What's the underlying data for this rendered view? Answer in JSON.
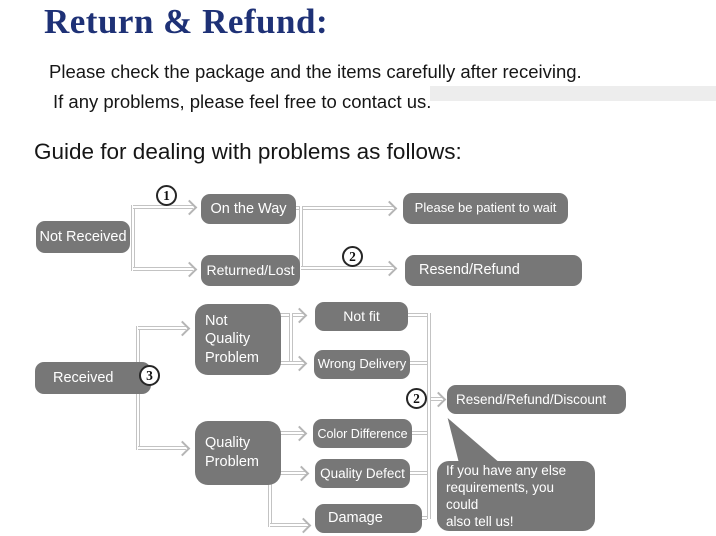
{
  "header": {
    "title": "Return & Refund:",
    "subtitle1": "Please check the package and the items carefully after receiving.",
    "subtitle2": "If any problems, please feel free to contact us.",
    "guide_heading": "Guide for dealing with problems as follows:"
  },
  "colors": {
    "title_blue": "#1e3176",
    "node_gray": "#777777",
    "connector_gray": "#c3c3c3",
    "node_text": "#ffffff"
  },
  "flow": {
    "nodes": {
      "not_received": "Not Received",
      "on_the_way": "On the Way",
      "returned_lost": "Returned/Lost",
      "please_wait": "Please be patient to wait",
      "resend_refund": "Resend/Refund",
      "received": "Received",
      "not_quality_problem": "Not\nQuality\nProblem",
      "not_fit": "Not fit",
      "wrong_delivery": "Wrong Delivery",
      "resend_refund_discount": "Resend/Refund/Discount",
      "quality_problem": "Quality\nProblem",
      "color_difference": "Color Difference",
      "quality_defect": "Quality Defect",
      "damage": "Damage",
      "bubble_note": "If you have any else\nrequirements, you could\nalso tell us!"
    },
    "markers": {
      "step1": "1",
      "step2_top": "2",
      "step3": "3",
      "step2_bottom": "2"
    }
  }
}
